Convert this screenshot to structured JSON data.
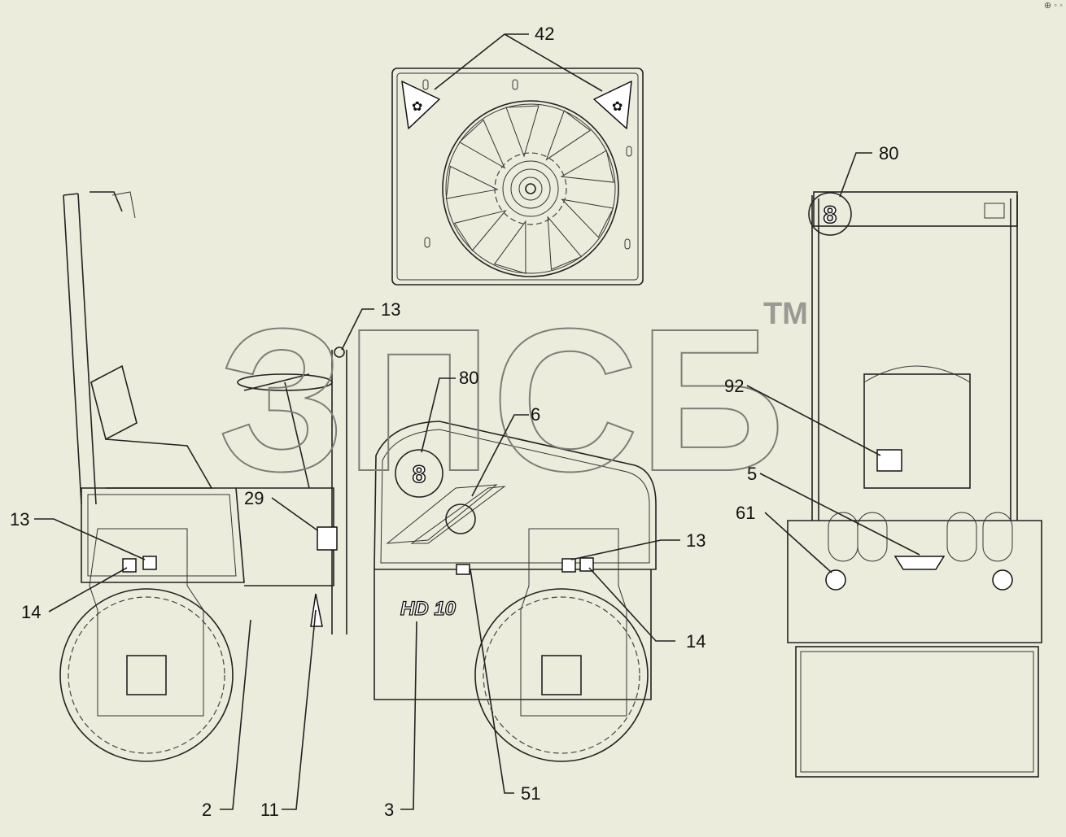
{
  "watermark": {
    "text": "ЗПСБ",
    "tm": "TM"
  },
  "model_text": "HD 10",
  "badge_text": "8",
  "colors": {
    "background": "#ececdc",
    "line": "#222222",
    "watermark": "#7d7d78"
  },
  "callouts": {
    "c42": "42",
    "c80_top": "80",
    "c13_steer": "13",
    "c80_side": "80",
    "c6": "6",
    "c92": "92",
    "c5": "5",
    "c61": "61",
    "c29": "29",
    "c13_left": "13",
    "c14_left": "14",
    "c13_right": "13",
    "c14_right": "14",
    "c2": "2",
    "c11": "11",
    "c3": "3",
    "c51": "51"
  }
}
